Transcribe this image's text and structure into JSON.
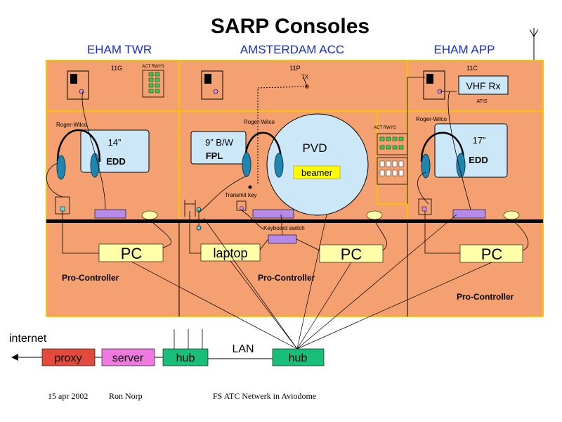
{
  "title": "SARP Consoles",
  "sections": {
    "twr": "EHAM TWR",
    "acc": "AMSTERDAM ACC",
    "app": "EHAM APP"
  },
  "radios": {
    "twr": "11G",
    "acc": "11P",
    "acc_tx": "TX",
    "app": "11C"
  },
  "labels": {
    "act_rwys": "ACT RWYS",
    "vhf_rx": "VHF Rx",
    "atis": "ATIS",
    "roger_wilco": "Roger-Wilco",
    "monitor_twr_size": "14”",
    "monitor_twr_name": "EDD",
    "monitor_acc_size": "9” B/W",
    "monitor_acc_name": "FPL",
    "pvd": "PVD",
    "beamer": "beamer",
    "monitor_app_size": "17”",
    "monitor_app_name": "EDD",
    "transmit_key": "Transmit key",
    "keyboard_switch": "Keyboard switch",
    "pc": "PC",
    "laptop": "laptop",
    "pro_controller": "Pro-Controller"
  },
  "network": {
    "internet": "internet",
    "proxy": "proxy",
    "server": "server",
    "hub": "hub",
    "lan": "LAN"
  },
  "footer": {
    "date": "15 apr 2002",
    "author": "Ron Norp",
    "caption": "FS ATC Netwerk in Aviodome"
  },
  "colors": {
    "console": "#f4a070",
    "console_border": "#f5c400",
    "screen": "#cce8f8",
    "headset": "#1f86b0",
    "pc": "#ffffaa",
    "proxy": "#e24b3b",
    "server": "#ee7ae0",
    "hub": "#19bf78",
    "keyboard": "#b58ae8"
  }
}
